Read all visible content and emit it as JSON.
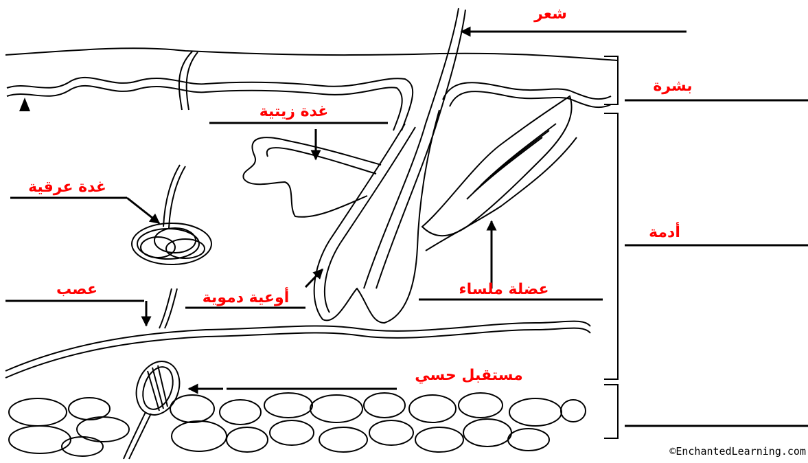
{
  "labels": {
    "hair": "شعر",
    "epidermis": "بشرة",
    "sebaceous_gland": "غدة زيتية",
    "sweat_gland": "غدة عرقية",
    "dermis": "أدمة",
    "nerve": "عصب",
    "blood_vessels": "أوعية دموية",
    "smooth_muscle": "عضلة ملساء",
    "sensory_receptor": "مستقبل حسي"
  },
  "credit": "©EnchantedLearning.com",
  "colors": {
    "label": "#ff0000",
    "line": "#000000"
  }
}
